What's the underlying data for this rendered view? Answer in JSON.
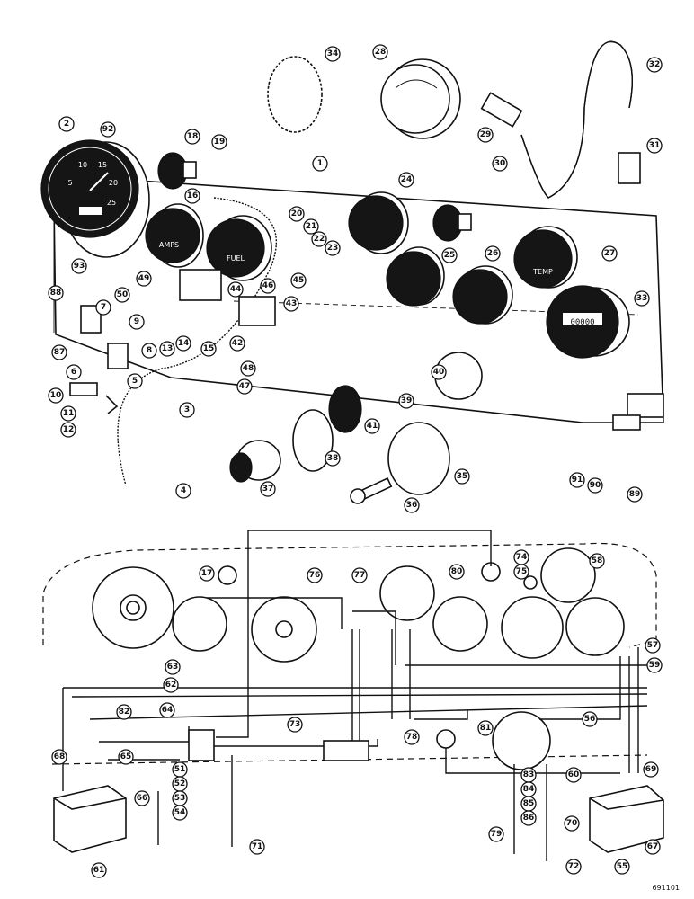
{
  "drawing_code": "691101",
  "callouts": [
    "1",
    "2",
    "3",
    "4",
    "5",
    "6",
    "7",
    "8",
    "9",
    "10",
    "11",
    "12",
    "13",
    "14",
    "15",
    "16",
    "17",
    "18",
    "19",
    "20",
    "21",
    "22",
    "23",
    "24",
    "25",
    "26",
    "27",
    "28",
    "29",
    "30",
    "31",
    "32",
    "33",
    "34",
    "35",
    "36",
    "37",
    "38",
    "39",
    "40",
    "41",
    "42",
    "43",
    "44",
    "45",
    "46",
    "47",
    "48",
    "49",
    "50",
    "51",
    "52",
    "53",
    "54",
    "55",
    "56",
    "57",
    "58",
    "59",
    "60",
    "61",
    "62",
    "63",
    "64",
    "65",
    "66",
    "67",
    "68",
    "69",
    "70",
    "71",
    "72",
    "73",
    "74",
    "75",
    "76",
    "77",
    "78",
    "79",
    "80",
    "81",
    "82",
    "83",
    "84",
    "85",
    "86",
    "87",
    "88",
    "89",
    "90",
    "91",
    "92",
    "93"
  ],
  "gauge_labels": {
    "tach_numbers": [
      "5",
      "10",
      "15",
      "20",
      "25"
    ],
    "ammeter": "AMPS",
    "fuel": "FUEL",
    "temp": "TEMP",
    "hourmeter": "00000"
  }
}
